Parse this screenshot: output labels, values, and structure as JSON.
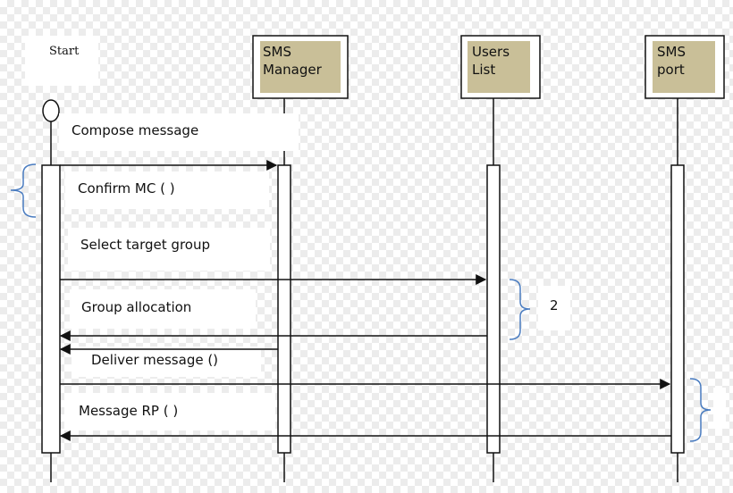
{
  "actors": {
    "start": "Start",
    "sms_manager": [
      "SMS",
      "Manager"
    ],
    "users_list": [
      "Users",
      "List"
    ],
    "sms_port": [
      "SMS",
      "port"
    ]
  },
  "messages": {
    "compose": "Compose message",
    "confirm": "Confirm MC ( )",
    "select_group": "Select target group",
    "group_allocation": "Group allocation",
    "deliver": "Deliver message ()",
    "message_rp": "Message RP ( )"
  },
  "annotations": {
    "bracket_2": "2"
  },
  "colors": {
    "box_fill": "#c9bf98",
    "bracket": "#4a7cc0",
    "line": "#111111"
  }
}
